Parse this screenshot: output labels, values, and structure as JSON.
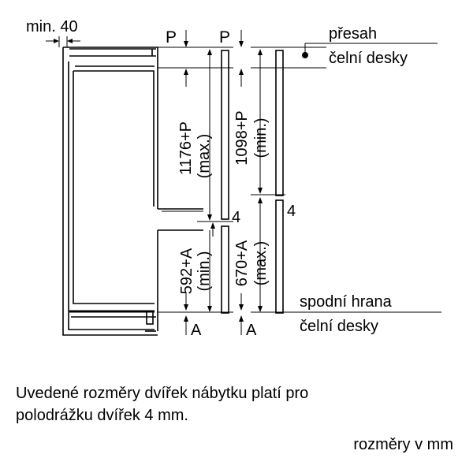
{
  "labels": {
    "min_40": "min. 40",
    "p_left": "P",
    "p_right": "P",
    "overlap_line1": "přesah",
    "overlap_line2": "čelní desky",
    "dim_upper_left_value": "1176+P",
    "dim_upper_left_note": "(max.)",
    "dim_upper_right_value": "1098+P",
    "dim_upper_right_note": "(min.)",
    "gap_left": "4",
    "gap_right": "4",
    "dim_lower_left_value": "592+A",
    "dim_lower_left_note": "(min.)",
    "dim_lower_right_value": "670+A",
    "dim_lower_right_note": "(max.)",
    "bottom_edge_line1": "spodní hrana",
    "bottom_edge_line2": "čelní desky",
    "a_left": "A",
    "a_right": "A"
  },
  "caption": {
    "line1": "Uvedené rozměry dvířek nábytku platí pro",
    "line2": "polodrážku dvířek 4 mm."
  },
  "units_note": "rozměry v mm"
}
